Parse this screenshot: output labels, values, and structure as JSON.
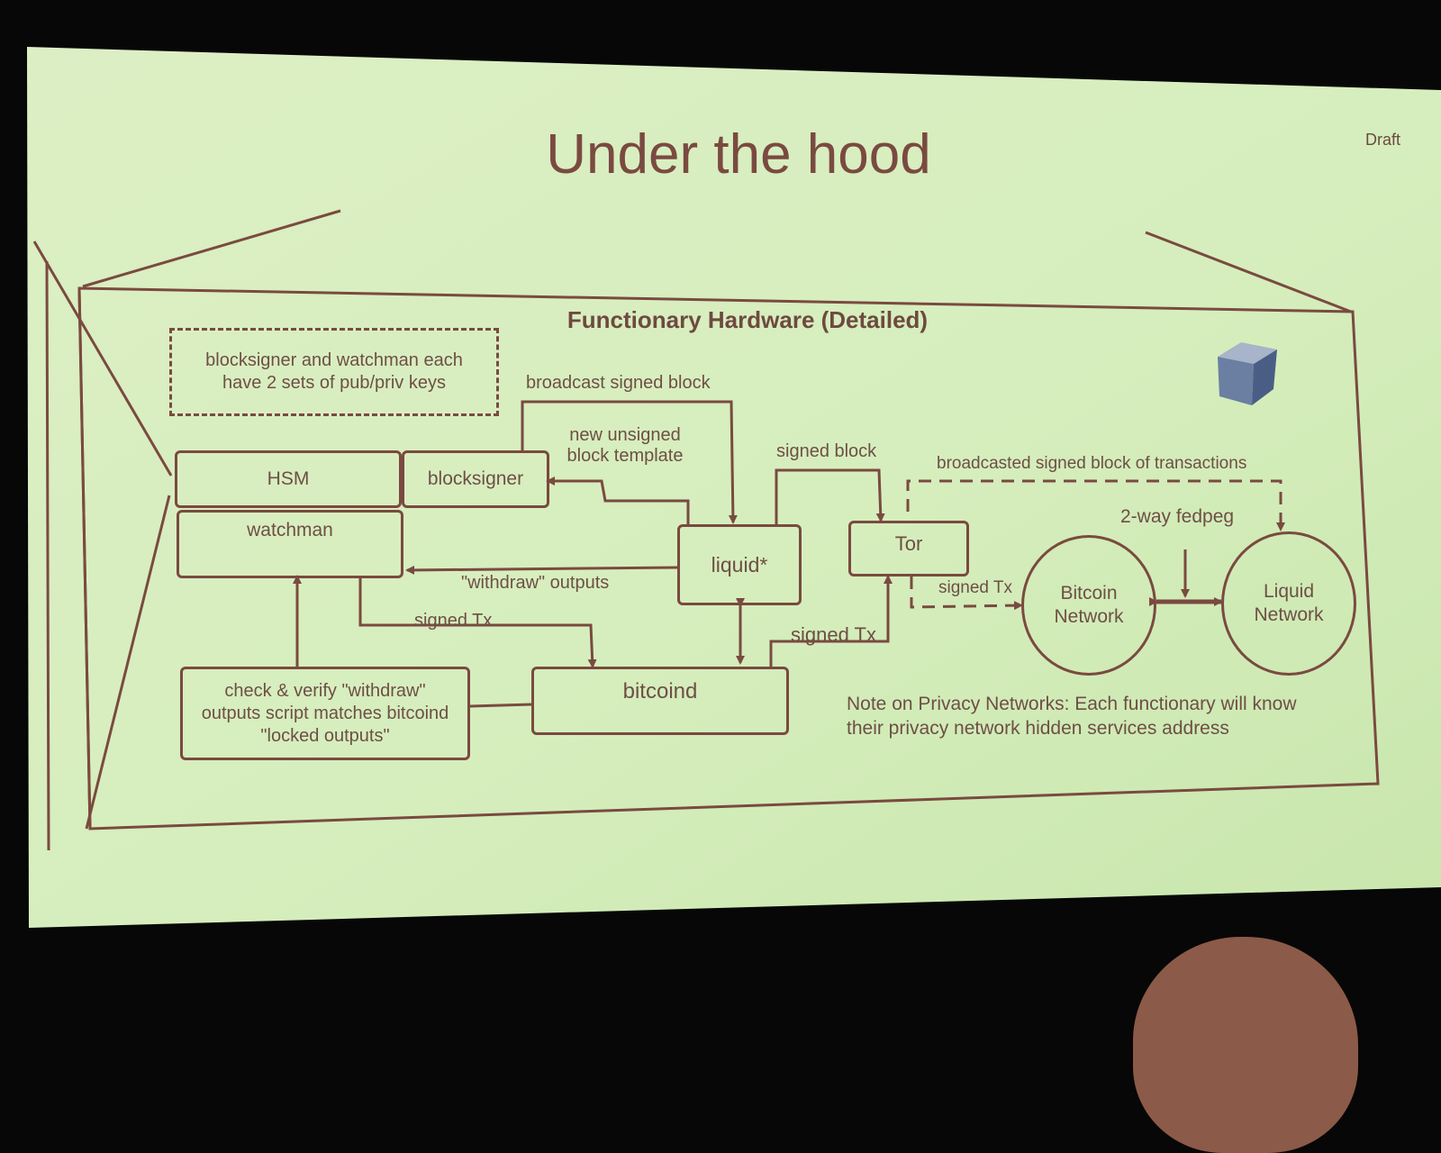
{
  "slide": {
    "title": "Under the hood",
    "draft_label": "Draft"
  },
  "diagram": {
    "title": "Functionary Hardware (Detailed)",
    "note_dashed": "blocksigner and watchman each have 2 sets of pub/priv keys",
    "nodes": {
      "hsm": "HSM",
      "blocksigner": "blocksigner",
      "watchman": "watchman",
      "liquid": "liquid*",
      "tor": "Tor",
      "bitcoind": "bitcoind",
      "check": "check & verify \"withdraw\" outputs script matches bitcoind \"locked outputs\"",
      "bitcoin_network": "Bitcoin Network",
      "liquid_network": "Liquid Network"
    },
    "edges": {
      "broadcast_signed_block": "broadcast signed block",
      "new_unsigned_block_template": "new unsigned block template",
      "signed_block": "signed block",
      "broadcasted_signed_block_of_transactions": "broadcasted signed block of transactions",
      "two_way_fedpeg": "2-way fedpeg",
      "withdraw_outputs": "\"withdraw\" outputs",
      "signed_tx_watchman": "signed Tx",
      "signed_tx_tor": "signed Tx",
      "signed_tx_bitcoind": "signed Tx"
    },
    "privacy_note": "Note on Privacy Networks: Each functionary will know their privacy network hidden services address",
    "hardware_icon": "server-cube-icon"
  },
  "colors": {
    "screen": "#d9f0bf",
    "stroke": "#7a4a40",
    "background": "#070707"
  }
}
